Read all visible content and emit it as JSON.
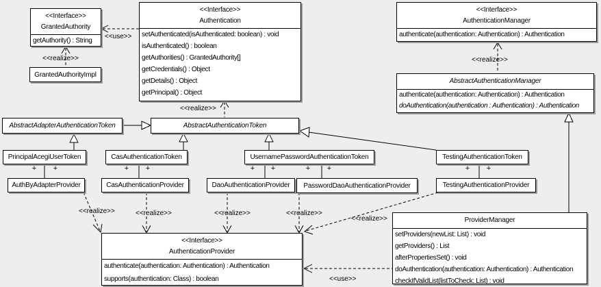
{
  "labels": {
    "use": "<<use>>",
    "realize": "<<realize>>",
    "plus": "+"
  },
  "classes": {
    "granted_authority": {
      "stereotype": "<<Interface>>",
      "name": "GrantedAuthority",
      "methods": [
        "getAuthority() : String"
      ]
    },
    "granted_authority_impl": {
      "name": "GrantedAuthorityImpl"
    },
    "authentication": {
      "stereotype": "<<Interface>>",
      "name": "Authentication",
      "methods": [
        "setAuthenticated(isAuthenticated: boolean) : void",
        "isAuthenticated() : boolean",
        "getAuthorities() : GrantedAuthority[]",
        "getCredentials() : Object",
        "getDetails() : Object",
        "getPrincipal() : Object"
      ]
    },
    "authentication_manager": {
      "stereotype": "<<Interface>>",
      "name": "AuthenticationManager",
      "methods": [
        "authenticate(authentication: Authentication) : Authentication"
      ]
    },
    "abstract_authentication_manager": {
      "name": "AbstractAuthenticationManager",
      "methods": [
        "authenticate(authentication: Authentication) : Authentication",
        "doAuthentication(authentication : Authentication) : Authentication"
      ]
    },
    "abstract_adapter_authentication_token": {
      "name": "AbstractAdapterAuthenticationToken"
    },
    "abstract_authentication_token": {
      "name": "AbstractAuthenticationToken"
    },
    "principal_acegi_user_token": {
      "name": "PrincipalAcegiUserToken"
    },
    "cas_authentication_token": {
      "name": "CasAuthenticationToken"
    },
    "username_password_authentication_token": {
      "name": "UsernamePasswordAuthenticationToken"
    },
    "testing_authentication_token": {
      "name": "TestingAuthenticationToken"
    },
    "auth_by_adapter_provider": {
      "name": "AuthByAdapterProvider"
    },
    "cas_authentication_provider": {
      "name": "CasAuthenticationProvider"
    },
    "dao_authentication_provider": {
      "name": "DaoAuthenticationProvider"
    },
    "password_dao_authentication_provider": {
      "name": "PasswordDaoAuthenticationProvider"
    },
    "testing_authentication_provider": {
      "name": "TestingAuthenticationProvider"
    },
    "provider_manager": {
      "name": "ProviderManager",
      "methods": [
        "setProviders(newList: List) : void",
        "getProviders() : List",
        "afterPropertiesSet() : void",
        "doAuthentication(authentication: Authentication) : Authentication",
        "checkIfValidList(listToCheck: List) : void"
      ]
    },
    "authentication_provider": {
      "stereotype": "<<Interface>>",
      "name": "AuthenticationProvider",
      "methods": [
        "authenticate(authentication: Authentication) : Authentication",
        "supports(authentication: Class) : boolean"
      ]
    }
  }
}
